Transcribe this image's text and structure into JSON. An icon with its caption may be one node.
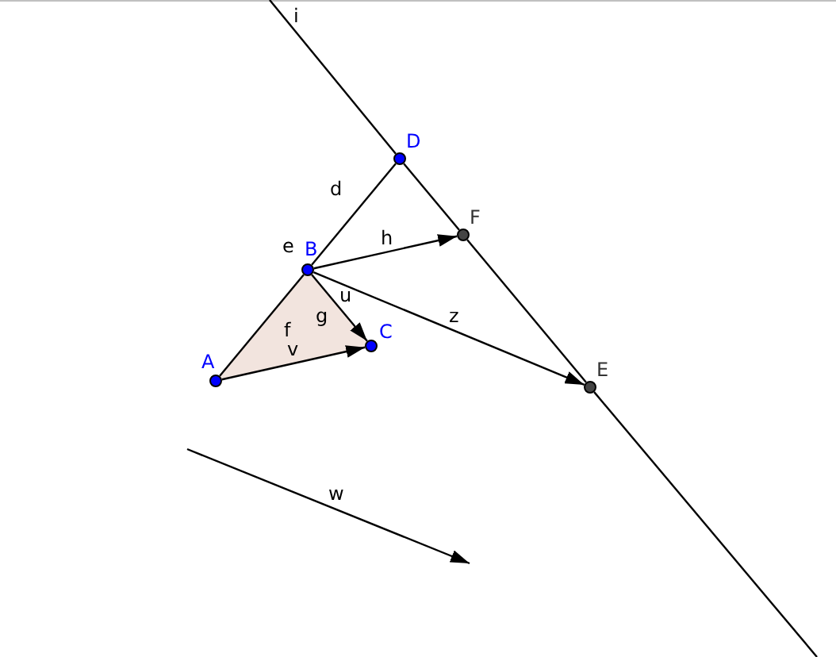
{
  "diagram": {
    "nodes": [
      {
        "text": [
          "A"
        ]
      },
      {
        "text": [
          "B"
        ]
      },
      {
        "text": [
          "C"
        ]
      },
      {
        "text": [
          "D"
        ]
      },
      {
        "text": [
          "F"
        ]
      },
      {
        "text": [
          "E"
        ]
      }
    ],
    "edges": [
      {
        "from": 0,
        "to": 1,
        "arrow": "none",
        "label": "f"
      },
      {
        "from": 1,
        "to": 2,
        "arrow": "to",
        "label": "u"
      },
      {
        "from": 0,
        "to": 2,
        "arrow": "to",
        "label": "v"
      },
      {
        "from": 1,
        "to": 3,
        "arrow": "none",
        "label": "d"
      },
      {
        "from": 1,
        "to": 4,
        "arrow": "to",
        "label": "h"
      },
      {
        "from": 1,
        "to": 5,
        "arrow": "to",
        "label": "z"
      },
      {
        "from": null,
        "to": 3,
        "arrow": "none",
        "label": "i"
      },
      {
        "from": 3,
        "to": 4,
        "arrow": "none"
      },
      {
        "from": 4,
        "to": 5,
        "arrow": "none"
      },
      {
        "from": 5,
        "to": null,
        "arrow": "none"
      }
    ],
    "labels": [
      "e",
      "g",
      "w"
    ]
  }
}
